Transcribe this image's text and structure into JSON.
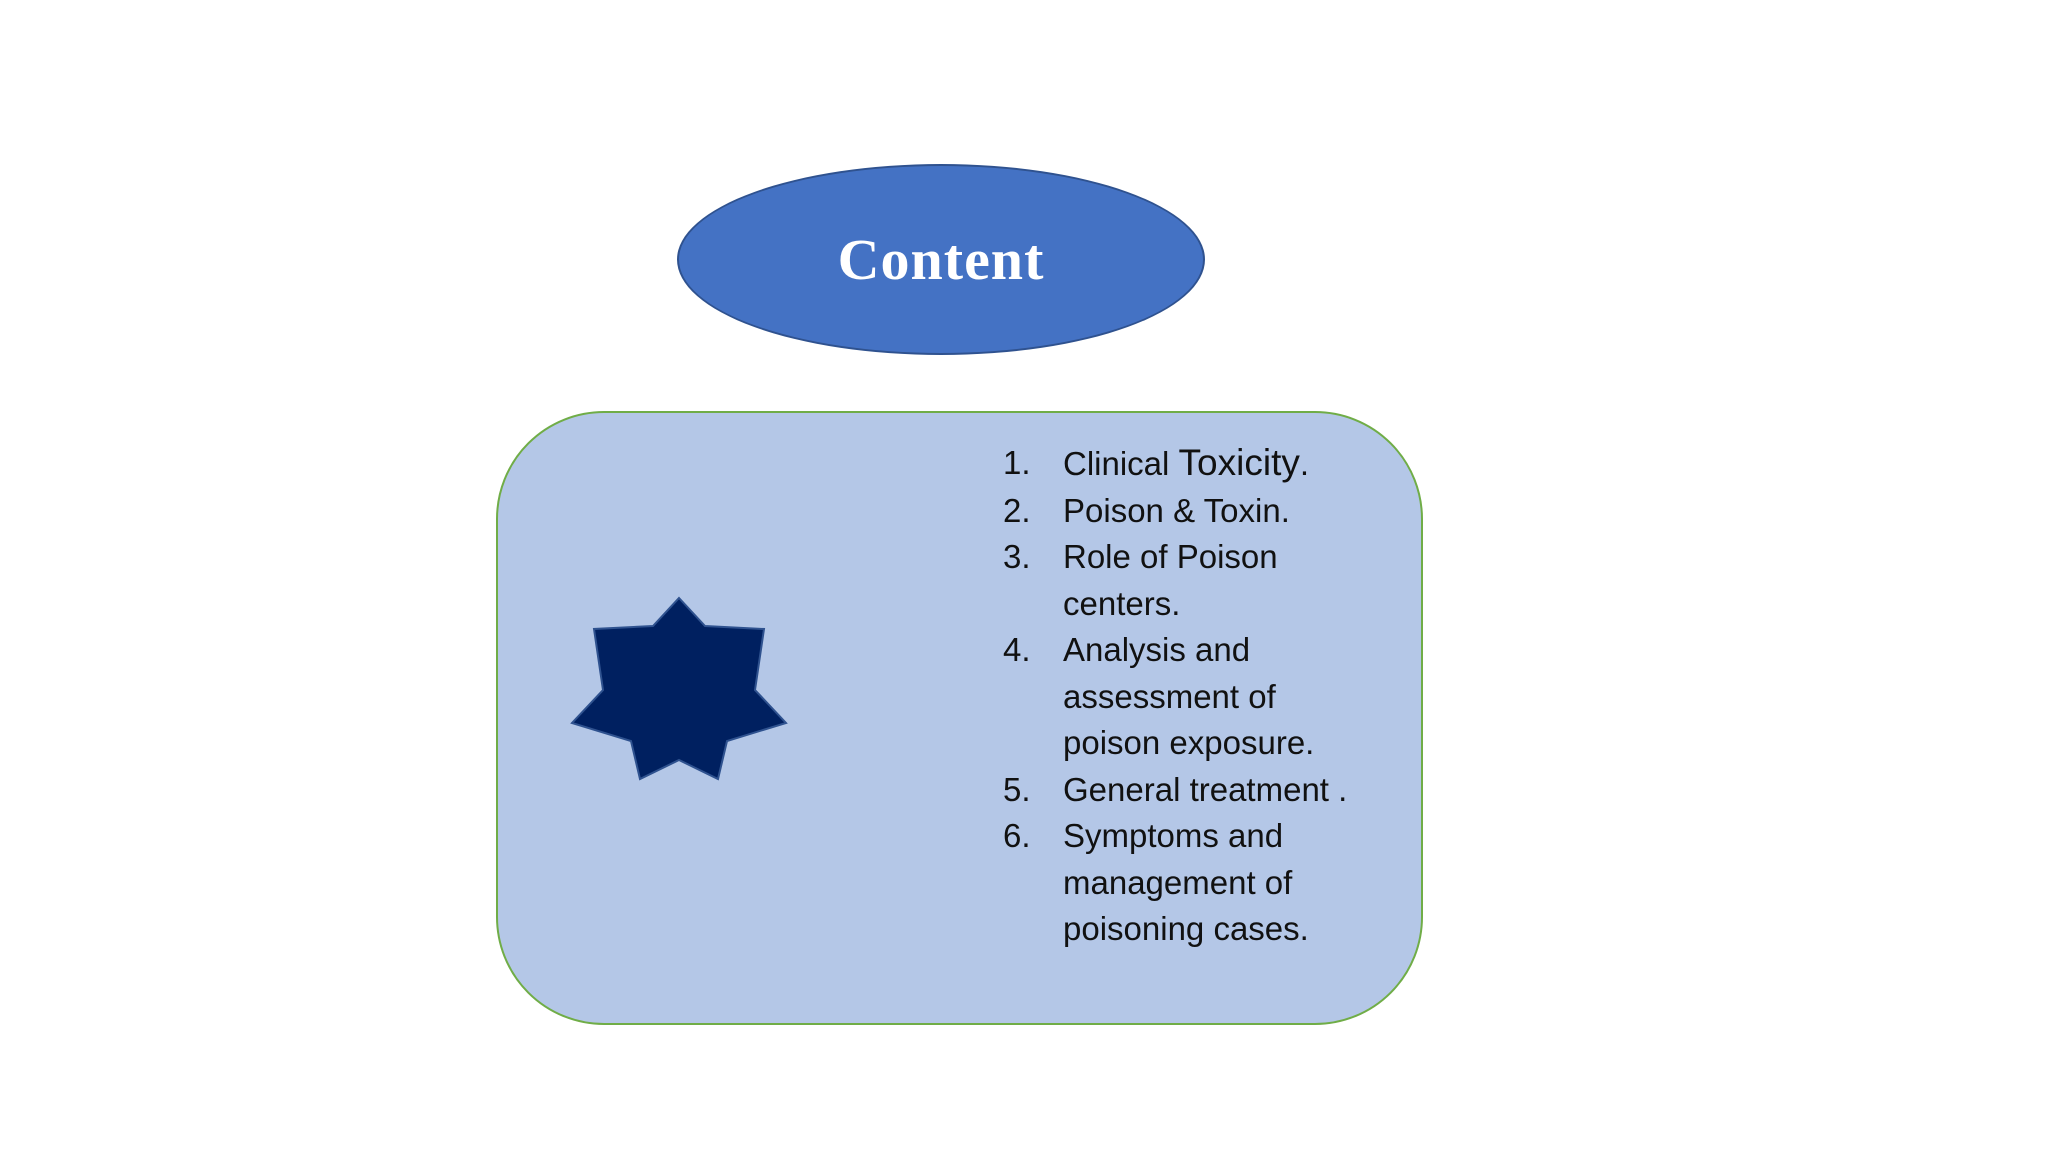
{
  "slide": {
    "title": "Content",
    "items": [
      {
        "number": "1.",
        "text_a": "Clinical ",
        "text_b": "Toxicity",
        "text_c": "."
      },
      {
        "number": "2.",
        "text": "Poison & Toxin."
      },
      {
        "number": "3.",
        "text": "Role of Poison centers."
      },
      {
        "number": "4.",
        "text": "Analysis and assessment of poison exposure."
      },
      {
        "number": "5.",
        "text": "General treatment ."
      },
      {
        "number": "6.",
        "text": "Symptoms and management of poisoning cases."
      }
    ]
  },
  "colors": {
    "title_fill": "#4472c4",
    "box_fill": "#b4c7e7",
    "box_border": "#70ad47",
    "star_fill": "#002060"
  },
  "icons": {
    "decoration": "seven-point-star-icon"
  }
}
